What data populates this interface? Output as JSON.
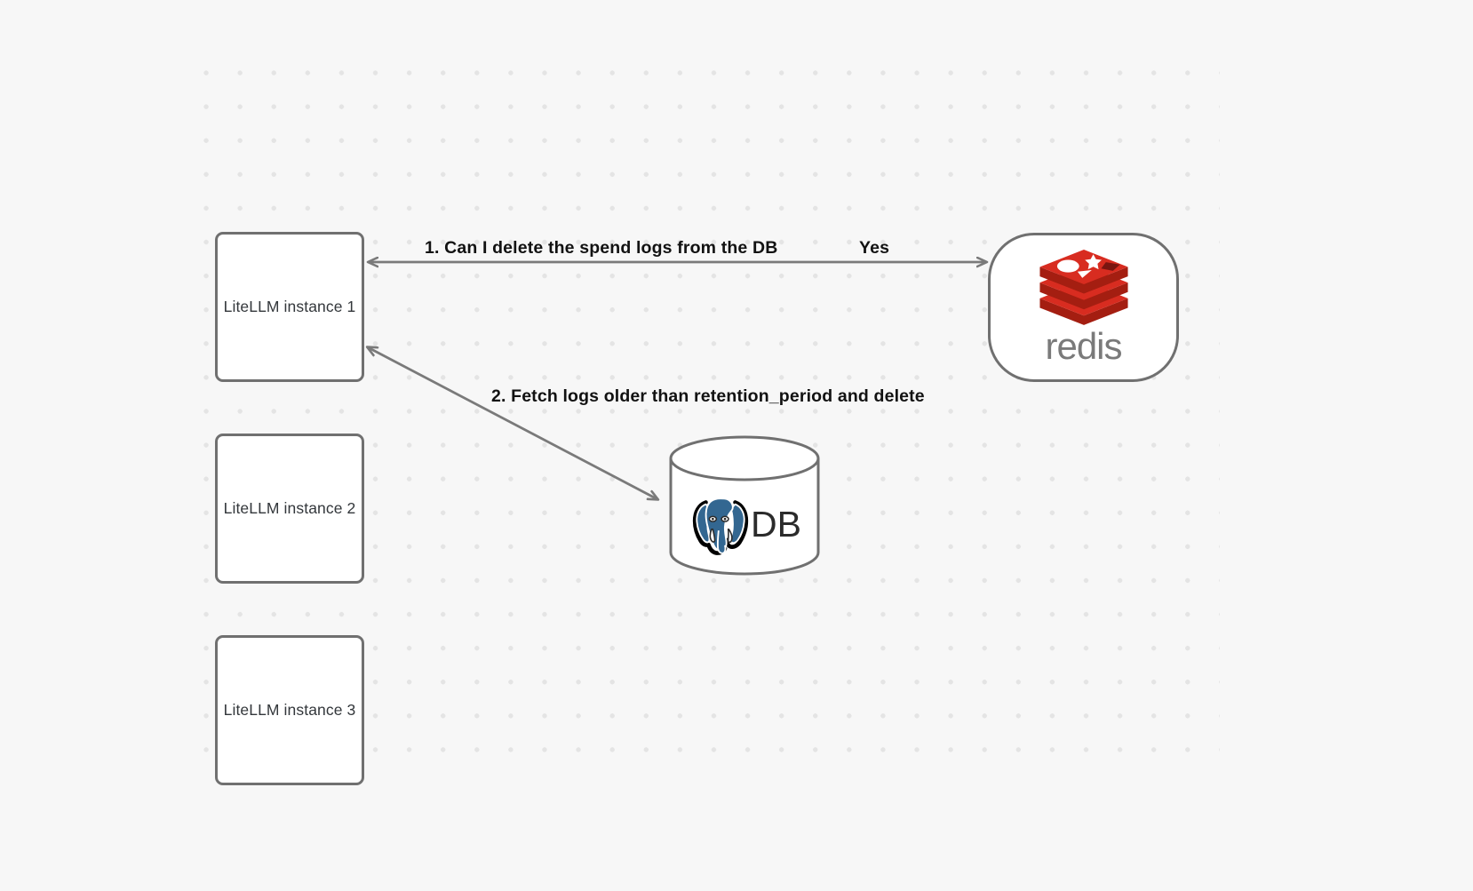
{
  "canvas": {
    "background_color": "#f7f7f7",
    "grid_dot_color": "#e4e4e4",
    "node_border_color": "#707070",
    "edge_color": "#7a7a7a",
    "text_color": "#121212"
  },
  "nodes": {
    "litellm_instances": [
      {
        "label": "LiteLLM instance 1"
      },
      {
        "label": "LiteLLM instance 2"
      },
      {
        "label": "LiteLLM instance 3"
      }
    ],
    "redis": {
      "wordmark": "redis",
      "logo_name": "redis-logo",
      "logo_color": "#d4251f",
      "wordmark_color": "#7a7a7a"
    },
    "database": {
      "label": "DB",
      "logo_name": "postgresql-elephant-logo",
      "logo_color": "#336791",
      "shape": "cylinder"
    }
  },
  "edges": [
    {
      "name": "litellm-1-to-redis",
      "label": "1.  Can I delete the spend logs from the DB",
      "from": "LiteLLM instance 1",
      "to": "redis",
      "arrowheads": "both"
    },
    {
      "name": "redis-reply",
      "label": "Yes",
      "from": "redis",
      "to": "LiteLLM instance 1"
    },
    {
      "name": "litellm-1-to-db",
      "label": "2.  Fetch logs older than retention_period and delete",
      "from": "LiteLLM instance 1",
      "to": "database",
      "arrowheads": "both"
    }
  ]
}
